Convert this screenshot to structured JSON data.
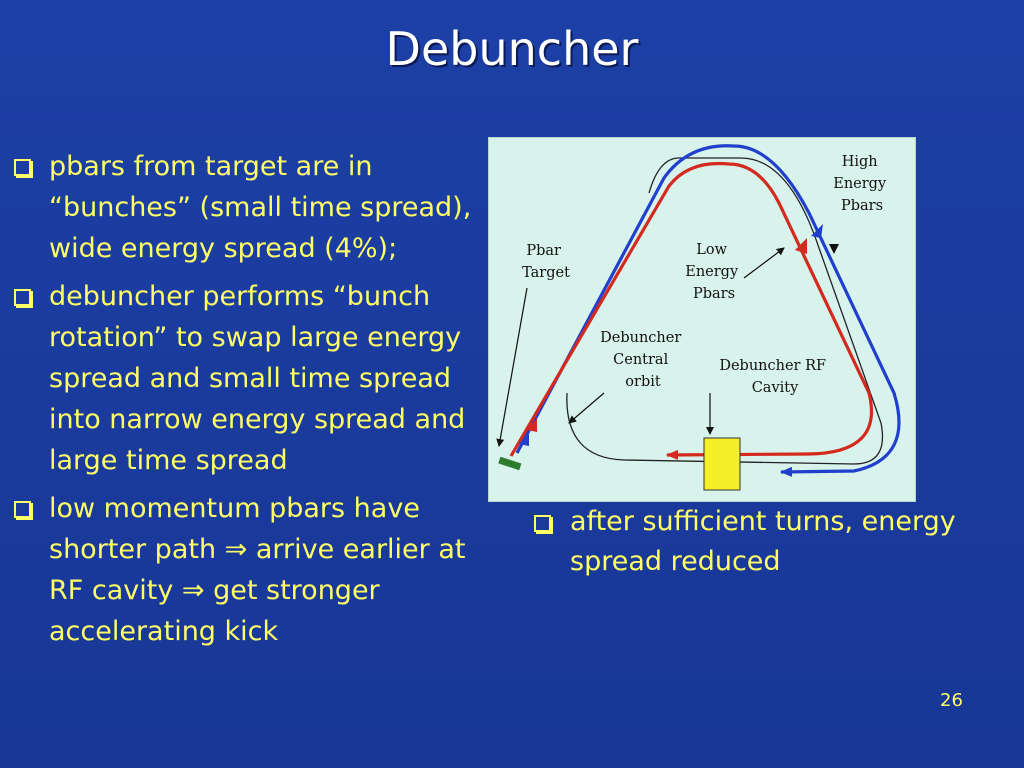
{
  "slide": {
    "title": "Debuncher",
    "page_number": "26"
  },
  "bullets": [
    {
      "text": "pbars from target are in “bunches” (small time spread), wide energy spread (4%);"
    },
    {
      "text": "debuncher performs “bunch rotation” to swap large energy spread and small time spread into narrow energy spread and large time spread"
    },
    {
      "text": "low momentum  pbars have shorter path ⇒ arrive earlier at RF cavity ⇒ get stronger accelerating kick"
    }
  ],
  "right_bullet": {
    "text": "after sufficient turns, energy spread reduced"
  },
  "diagram": {
    "labels": {
      "high_energy": [
        "High",
        "Energy",
        "Pbars"
      ],
      "low_energy": [
        "Low",
        "Energy",
        "Pbars"
      ],
      "pbar_target": [
        "Pbar",
        "Target"
      ],
      "central_orbit": [
        "Debuncher",
        "Central",
        "orbit"
      ],
      "rf_cavity": [
        "Debuncher RF",
        "Cavity"
      ]
    },
    "colors": {
      "background": "#d8f2ec",
      "high_energy_path": "#1f3fcc",
      "low_energy_path": "#d42a1e",
      "central_orbit": "#222222",
      "rf_cavity": "#f5ef2a",
      "target": "#2e7d2e"
    }
  }
}
